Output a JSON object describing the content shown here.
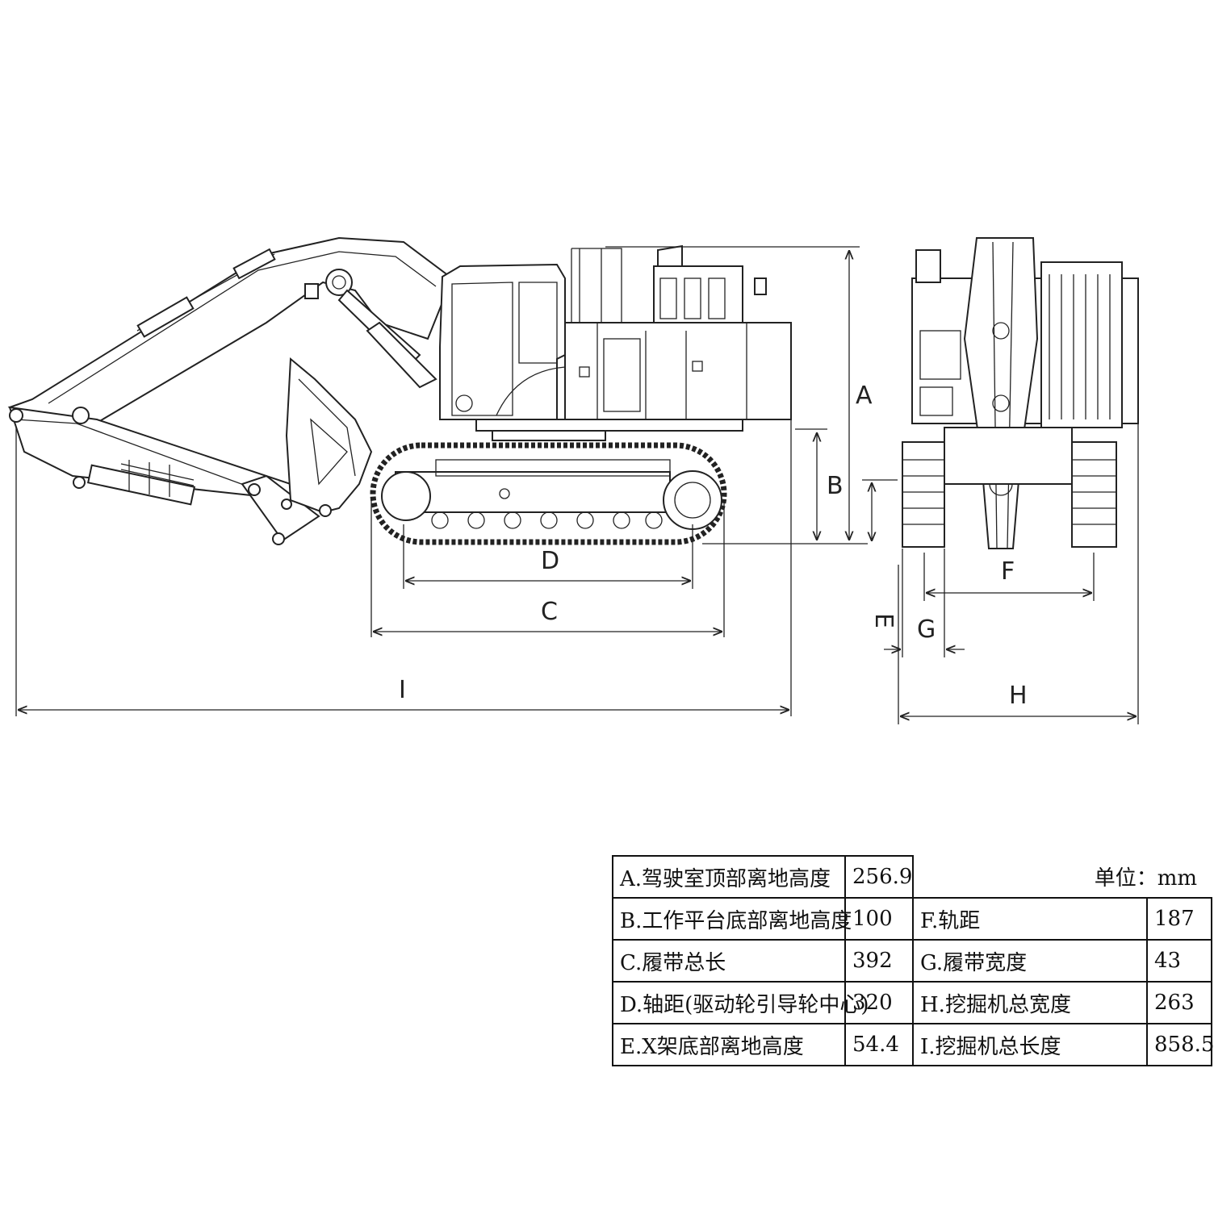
{
  "dimension_letters": {
    "A": "A",
    "B": "B",
    "C": "C",
    "D": "D",
    "E": "E",
    "F": "F",
    "G": "G",
    "H": "H",
    "I": "I"
  },
  "table": {
    "unit": "单位：mm",
    "rows": [
      {
        "left_label": "A.驾驶室顶部离地高度",
        "left_value": "256.9",
        "right_label": "",
        "right_value": ""
      },
      {
        "left_label": "B.工作平台底部离地高度",
        "left_value": "100",
        "right_label": "F.轨距",
        "right_value": "187"
      },
      {
        "left_label": "C.履带总长",
        "left_value": "392",
        "right_label": "G.履带宽度",
        "right_value": "43"
      },
      {
        "left_label": "D.轴距(驱动轮引导轮中心)",
        "left_value": "320",
        "right_label": "H.挖掘机总宽度",
        "right_value": "263"
      },
      {
        "left_label": "E.X架底部离地高度",
        "left_value": "54.4",
        "right_label": "I.挖掘机总长度",
        "right_value": "858.5"
      }
    ]
  }
}
